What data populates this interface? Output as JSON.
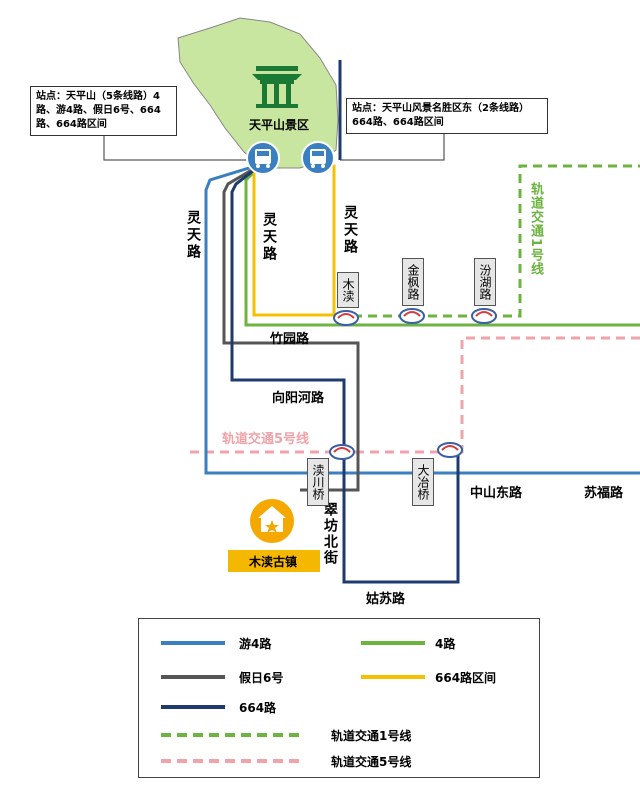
{
  "scenic_area": {
    "name": "天平山景区",
    "fill": "#c8e6a0"
  },
  "info_boxes": [
    {
      "id": "left",
      "text": "站点：天平山（5条线路）4路、游4路、假日6号、664路、664路区间"
    },
    {
      "id": "right",
      "text": "站点：天平山风景名胜区东（2条线路）664路、664路区间"
    }
  ],
  "roads": {
    "lingtian_1": "灵天路",
    "lingtian_2": "灵天路",
    "lingtian_3": "灵天路",
    "zhuyuan": "竹园路",
    "xiangyanghe": "向阳河路",
    "cuifang": "翠坊北街",
    "zhongshandong": "中山东路",
    "sufu": "苏福路",
    "gusu": "姑苏路"
  },
  "metro": {
    "line1_label": "轨道交通1号线",
    "line5_label": "轨道交通5号线"
  },
  "stations": [
    {
      "id": "mudu",
      "name": "木渎"
    },
    {
      "id": "jinfeng",
      "name": "金枫路"
    },
    {
      "id": "fenhu",
      "name": "汾湖路"
    },
    {
      "id": "duchuanqiao",
      "name": "渎川桥"
    },
    {
      "id": "dayeqiao",
      "name": "大冶桥"
    }
  ],
  "landmark": {
    "name": "木渎古镇"
  },
  "colors": {
    "you4": "#3a7fbf",
    "l4": "#6db33f",
    "jiari6": "#555555",
    "l664": "#1f3a6e",
    "l664q": "#f5c000",
    "metro1": "#6db33f",
    "metro5": "#f0a3a8",
    "bus_icon": "#3a7fbf",
    "landmark": "#f5a800"
  },
  "legend": [
    {
      "label": "游4路",
      "color": "#3a7fbf",
      "style": "solid"
    },
    {
      "label": "4路",
      "color": "#6db33f",
      "style": "solid"
    },
    {
      "label": "假日6号",
      "color": "#555555",
      "style": "solid"
    },
    {
      "label": "664路区间",
      "color": "#f5c000",
      "style": "solid"
    },
    {
      "label": "664路",
      "color": "#1f3a6e",
      "style": "solid"
    },
    {
      "label": "轨道交通1号线",
      "color": "#6db33f",
      "style": "dashed"
    },
    {
      "label": "轨道交通5号线",
      "color": "#f0a3a8",
      "style": "dashed"
    }
  ]
}
